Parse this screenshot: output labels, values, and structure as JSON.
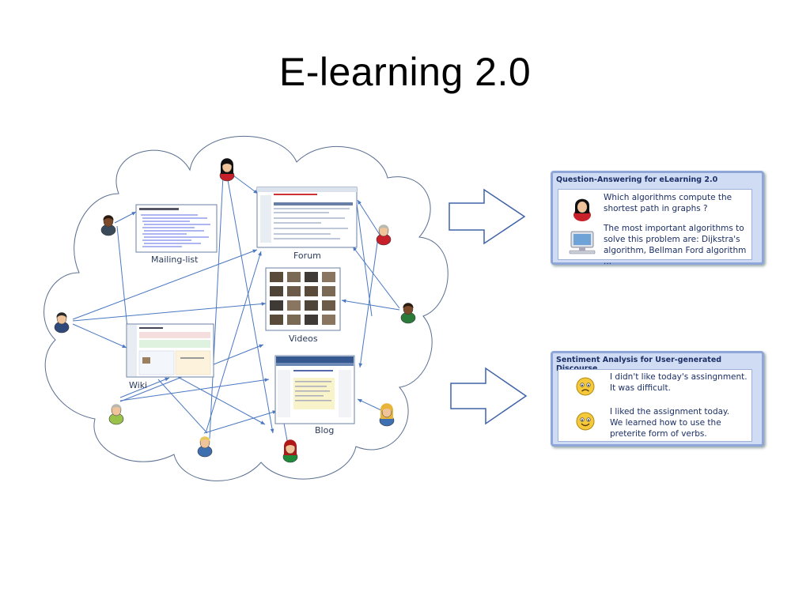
{
  "slide": {
    "title": "E-learning 2.0"
  },
  "cloud": {
    "nodes": {
      "mailing_list": "Mailing-list",
      "forum": "Forum",
      "videos": "Videos",
      "wiki": "Wiki",
      "blog": "Blog"
    }
  },
  "qa_panel": {
    "title": "Question-Answering for eLearning 2.0",
    "question_line1": "Which algorithms compute the",
    "question_line2": "shortest path in graphs ?",
    "answer_line1": "The most important algorithms to",
    "answer_line2": "solve this problem are: Dijkstra's",
    "answer_line3": "algorithm, Bellman Ford algorithm ..."
  },
  "sentiment_panel": {
    "title": "Sentiment Analysis for User-generated Discourse",
    "negative_line1": "I didn't like today's assingnment.",
    "negative_line2": "It was difficult.",
    "positive_line1": "I liked the assignment today.",
    "positive_line2": "We learned how to use the",
    "positive_line3": "preterite form of verbs."
  },
  "colors": {
    "link": "#4a78c2",
    "panel_border": "#8ea6d8",
    "panel_bg": "#cfdcf4",
    "panel_text": "#1c2f66"
  }
}
